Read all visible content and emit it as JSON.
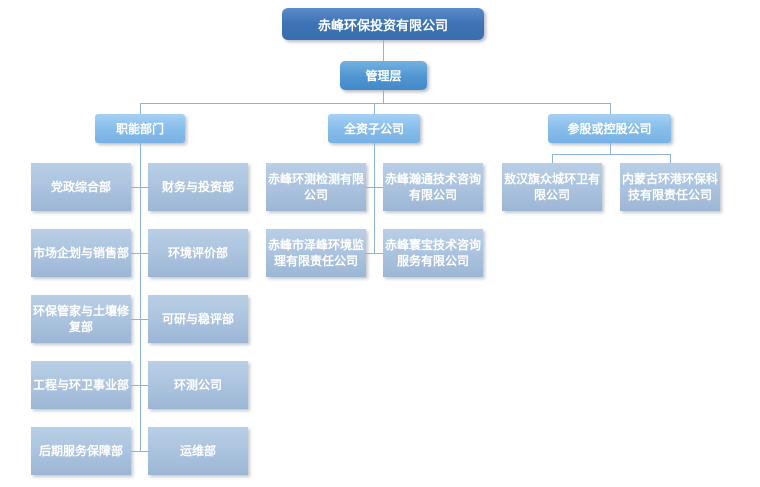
{
  "org": {
    "root_label": "赤峰环保投资有限公司",
    "management_label": "管理层",
    "branches": [
      {
        "label": "职能部门",
        "left_column": [
          "党政综合部",
          "市场企划与销售部",
          "环保管家与土壤修复部",
          "工程与环卫事业部",
          "后期服务保障部"
        ],
        "right_column": [
          "财务与投资部",
          "环境评价部",
          "可研与稳评部",
          "环测公司",
          "运维部"
        ]
      },
      {
        "label": "全资子公司",
        "left_column": [
          "赤峰环测检测有限公司",
          "赤峰市泽峰环境监理有限责任公司"
        ],
        "right_column": [
          "赤峰瀚通技术咨询有限公司",
          "赤峰寰宝技术咨询服务有限公司"
        ]
      },
      {
        "label": "参股或控股公司",
        "children": [
          "敖汉旗众城环卫有限公司",
          "内蒙古环港环保科技有限责任公司"
        ]
      }
    ],
    "colors": {
      "root_fill": "#3e74b6",
      "management_fill": "#4e96d2",
      "branch_fill": "#85bcea",
      "child_fill_top": "#b9cfe6",
      "child_fill_bottom": "#9cb6d4",
      "connector": "#8fb4da"
    }
  }
}
